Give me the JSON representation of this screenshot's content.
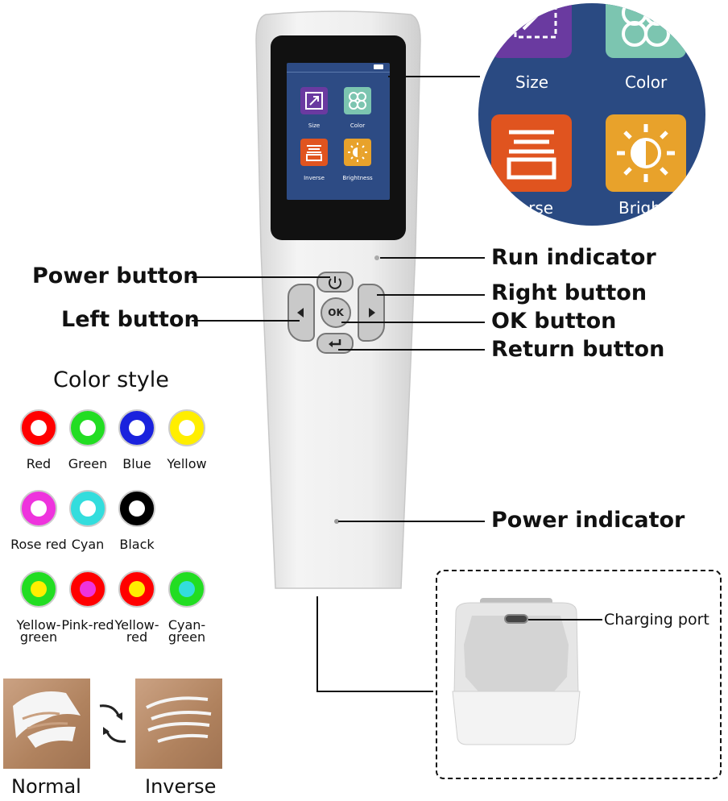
{
  "device": {
    "screen_tiles": [
      {
        "label": "Size",
        "color": "#6a3aa0",
        "icon": "resize-icon"
      },
      {
        "label": "Color",
        "color": "#7cc5b0",
        "icon": "clover-icon"
      },
      {
        "label": "Inverse",
        "color": "#e0541f",
        "icon": "inverse-icon"
      },
      {
        "label": "Brightness",
        "color": "#e8a22b",
        "icon": "brightness-icon"
      }
    ],
    "zoom_labels": [
      "Size",
      "Color",
      "verse",
      "Brightn"
    ]
  },
  "callouts": {
    "power_button": "Power button",
    "left_button": "Left button",
    "run_indicator": "Run indicator",
    "right_button": "Right button",
    "ok_button": "OK button",
    "return_button": "Return button",
    "power_indicator": "Power indicator",
    "charging_port": "Charging port",
    "ok_glyph": "OK"
  },
  "color_style": {
    "title": "Color style",
    "rows": [
      [
        {
          "name": "Red",
          "outer": "#ff0000",
          "core": "#ffffff"
        },
        {
          "name": "Green",
          "outer": "#22dd22",
          "core": "#ffffff"
        },
        {
          "name": "Blue",
          "outer": "#1a22dd",
          "core": "#ffffff"
        },
        {
          "name": "Yellow",
          "outer": "#ffee00",
          "core": "#ffffff"
        }
      ],
      [
        {
          "name": "Rose red",
          "outer": "#ee33dd",
          "core": "#ffffff"
        },
        {
          "name": "Cyan",
          "outer": "#33dddd",
          "core": "#ffffff"
        },
        {
          "name": "Black",
          "outer": "#000000",
          "core": "#ffffff"
        }
      ],
      [
        {
          "name": "Yellow-green",
          "outer": "#22dd22",
          "core": "#ffee00"
        },
        {
          "name": "Pink-red",
          "outer": "#ff0000",
          "core": "#ee33dd"
        },
        {
          "name": "Yellow-red",
          "outer": "#ff0000",
          "core": "#ffee00"
        },
        {
          "name": "Cyan-green",
          "outer": "#22dd22",
          "core": "#33dddd"
        }
      ]
    ]
  },
  "modes": {
    "normal": "Normal",
    "inverse": "Inverse"
  },
  "colors": {
    "device_body": "#ededed",
    "screen_bg": "#2d4b84",
    "zoom_bg": "#2a4a82"
  }
}
